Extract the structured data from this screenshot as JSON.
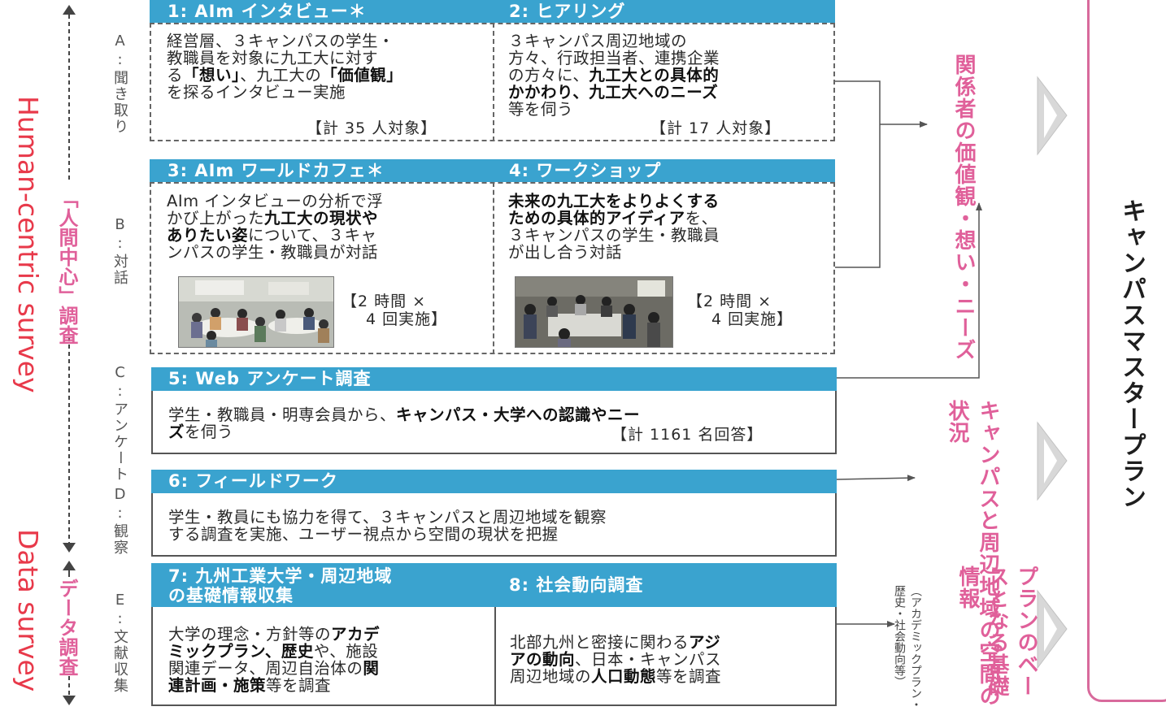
{
  "left_labels": {
    "english_human": "Human-centric survey",
    "english_data": "Data survey",
    "japanese_human": "「人間中心」調査",
    "japanese_data": "データ調査"
  },
  "categories": {
    "a": "A:聞き取り",
    "b": "B:対話",
    "c": "C:アンケート",
    "d": "D:観察",
    "e": "E:文献収集"
  },
  "items": {
    "i1": {
      "title": "1: AIm インタビュー＊",
      "l1": "経営層、３キャンパスの学生・",
      "l2": "教職員を対象に九工大に対す",
      "l3a": "る",
      "l3b": "「想い」",
      "l3c": "、九工大の",
      "l3d": "「価値観」",
      "l4": "を探るインタビュー実施",
      "count": "【計 35 人対象】"
    },
    "i2": {
      "title": "2: ヒアリング",
      "l1": "３キャンパス周辺地域の",
      "l2": "方々、行政担当者、連携企業",
      "l3a": "の方々に、",
      "l3b": "九工大との具体的",
      "l4": "かかわり、九工大へのニーズ",
      "l5": "等を伺う",
      "count": "【計 17 人対象】"
    },
    "i3": {
      "title": "3: AIm ワールドカフェ＊",
      "l1": "AIm インタビューの分析で浮",
      "l2a": "かび上がった",
      "l2b": "九工大の現状や",
      "l3a": "ありたい姿",
      "l3b": "について、３キャ",
      "l4": "ンパスの学生・教職員が対話",
      "count1": "【2 時間 ×",
      "count2": "4 回実施】"
    },
    "i4": {
      "title": "4: ワークショップ",
      "l1": "未来の九工大をよりよくする",
      "l2a": "ための具体的アイディア",
      "l2b": "を、",
      "l3": "３キャンパスの学生・教職員",
      "l4": "が出し合う対話",
      "count1": "【2 時間 ×",
      "count2": "4 回実施】"
    },
    "i5": {
      "title": "5: Web アンケート調査",
      "l1a": "学生・教職員・明専会員から、",
      "l1b": "キャンパス・大学への認識やニー",
      "l2a": "ズ",
      "l2b": "を伺う",
      "count": "【計 1161 名回答】"
    },
    "i6": {
      "title": "6: フィールドワーク",
      "l1": "学生・教員にも協力を得て、３キャンパスと周辺地域を観察",
      "l2": "する調査を実施、ユーザー視点から空間の現状を把握"
    },
    "i7": {
      "title1": "7: 九州工業大学・周辺地域",
      "title2": "の基礎情報収集",
      "l1a": "大学の理念・方針等の",
      "l1b": "アカデ",
      "l2a": "ミックプラン、歴史",
      "l2b": "や、施設",
      "l3a": "関連データ、周辺自治体の",
      "l3b": "関",
      "l4a": "連計画・施策",
      "l4b": "等を調査"
    },
    "i8": {
      "title": "8: 社会動向調査",
      "l1a": "北部九州と密接に関わる",
      "l1b": "アジ",
      "l2a": "アの動向",
      "l2b": "、日本・キャンパス",
      "l3a": "周辺地域の",
      "l3b": "人口動態",
      "l3c": "等を調査"
    }
  },
  "results": {
    "r1_col1": "関係者の価値観",
    "r1_col2": "・想い・ニーズ",
    "r2_col1": "キャンパスと周辺",
    "r2_col2": "地域の空間の状況",
    "r3_col1": "プランのベース",
    "r3_col2": "となる基礎情報",
    "r3_note1": "（アカデミックプラン",
    "r3_note2": "・歴史・社会動向等）"
  },
  "final": "キャンパスマスタープラン",
  "colors": {
    "header": "#3aa3cf",
    "pink": "#e0609a",
    "red": "#e8394a",
    "chevron": "#cfcfcf"
  }
}
